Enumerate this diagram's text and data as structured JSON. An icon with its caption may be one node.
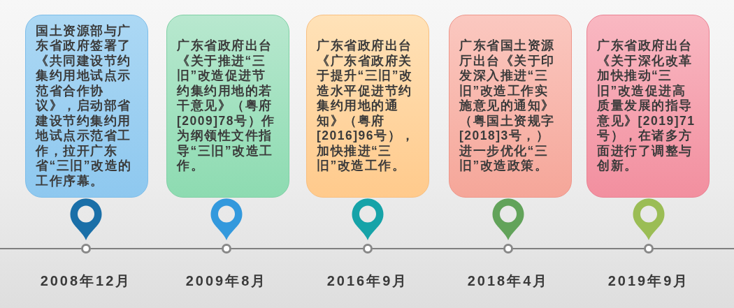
{
  "diagram": {
    "nodes": [
      {
        "text": [
          "国土资源部与广东省政府签署了《共同建设节约集约用地试点示范省合作协议》，启动部省建设节约集约用地试点示范省工作，拉开广东省“三旧”改造的工作序幕。"
        ]
      },
      {
        "text": [
          "广东省政府出台《关于推进“三旧”改造促进节约集约用地的若干意见》（粤府[2009]78号）作为纲领性文件指导“三旧”改造工作。"
        ]
      },
      {
        "text": [
          "广东省政府出台《广东省政府关于提升“三旧”改造水平促进节约集约用地的通知》（粤府[2016]96号），加快推进“三旧”改造工作。"
        ]
      },
      {
        "text": [
          "广东省国土资源厅出台《关于印发深入推进“三旧”改造工作实施意见的通知》（粤国土资规字[2018]3号，）进一步优化“三旧”改造政策。"
        ]
      },
      {
        "text": [
          "广东省政府出台《关于深化改革加快推动“三旧”改造促进高质量发展的指导意见》[2019]71号），在诸多方面进行了调整与创新。"
        ]
      }
    ],
    "labels": [
      "2008年12月",
      "2009年8月",
      "2016年9月",
      "2018年4月",
      "2019年9月"
    ]
  }
}
